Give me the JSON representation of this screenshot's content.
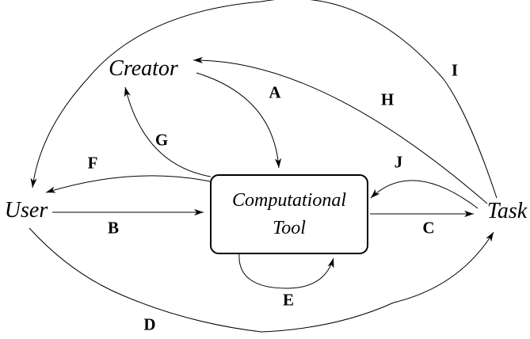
{
  "diagram": {
    "background_color": "#ffffff",
    "line_color": "#000000",
    "nodes": [
      {
        "id": "user",
        "label": "User"
      },
      {
        "id": "creator",
        "label": "Creator"
      },
      {
        "id": "computational-tool",
        "label": "Computational Tool",
        "label_line1": "Computational",
        "label_line2": "Tool"
      },
      {
        "id": "task",
        "label": "Task"
      }
    ],
    "edges": [
      {
        "label": "A",
        "from": "Creator",
        "to": "Computational Tool"
      },
      {
        "label": "B",
        "from": "User",
        "to": "Computational Tool"
      },
      {
        "label": "C",
        "from": "Computational Tool",
        "to": "Task"
      },
      {
        "label": "D",
        "from": "User",
        "to": "Task"
      },
      {
        "label": "E",
        "from": "Computational Tool",
        "to": "Computational Tool"
      },
      {
        "label": "F",
        "from": "Computational Tool",
        "to": "User"
      },
      {
        "label": "G",
        "from": "Computational Tool",
        "to": "Creator"
      },
      {
        "label": "H",
        "from": "Task",
        "to": "Creator"
      },
      {
        "label": "I",
        "from": "Task",
        "to": "User"
      },
      {
        "label": "J",
        "from": "Task",
        "to": "Computational Tool"
      }
    ]
  }
}
